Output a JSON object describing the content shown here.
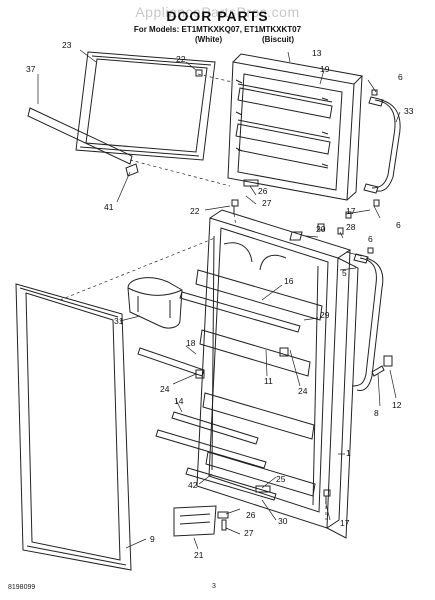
{
  "header": {
    "watermark": "AppliancePartsPros.com",
    "title": "DOOR PARTS",
    "models_line": "For Models: ET1MTKXKQ07, ET1MTKXKT07",
    "variant_1": "(White)",
    "variant_2": "(Biscuit)"
  },
  "footer": {
    "doc_number": "8198099",
    "page_number": "3"
  },
  "callouts": [
    "1",
    "5",
    "6",
    "6",
    "6",
    "8",
    "9",
    "11",
    "12",
    "13",
    "14",
    "16",
    "17",
    "17",
    "18",
    "19",
    "20",
    "21",
    "22",
    "22",
    "23",
    "24",
    "24",
    "25",
    "26",
    "26",
    "27",
    "27",
    "28",
    "29",
    "30",
    "31",
    "33",
    "37",
    "41",
    "42"
  ]
}
